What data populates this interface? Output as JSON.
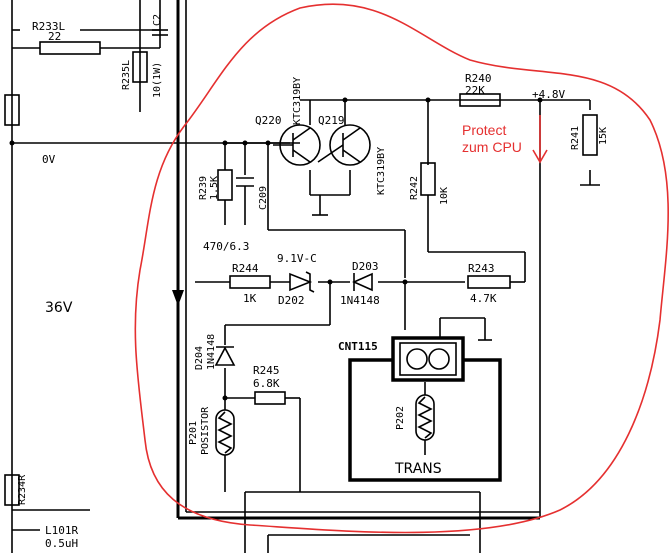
{
  "labels": {
    "r233l": "R233L",
    "r233l_val": "22",
    "c2": "C2",
    "r235l": "R235L",
    "r235l_val": "10(1W)",
    "r240": "R240",
    "r240_val": "22K",
    "supply": "+4.8V",
    "q220": "Q220",
    "q219": "Q219",
    "q220_type": "KTC319BY",
    "q219_type": "KTC319BY",
    "zero_v": "0V",
    "r239": "R239",
    "r239_val": "1.5K",
    "c209": "C209",
    "c209_val": "470/6.3",
    "r242": "R242",
    "r242_val": "10K",
    "r241": "R241",
    "r241_val": "15K",
    "d202_val": "9.1V-C",
    "d203": "D203",
    "r244": "R244",
    "r244_val": "1K",
    "d202": "D202",
    "d203_val": "1N4148",
    "r243": "R243",
    "r243_val": "4.7K",
    "v36": "36V",
    "cnt115": "CNT115",
    "d204": "D204",
    "d204_val": "1N4148",
    "r245": "R245",
    "r245_val": "6.8K",
    "p201": "P201",
    "p201_val": "POSISTOR",
    "p202": "P202",
    "trans": "TRANS",
    "r234r": "R234R",
    "l101r": "L101R",
    "l101r_val": "0.5uH"
  },
  "annotation": {
    "line1": "Protect",
    "line2": "zum CPU",
    "color": "#e53030"
  }
}
